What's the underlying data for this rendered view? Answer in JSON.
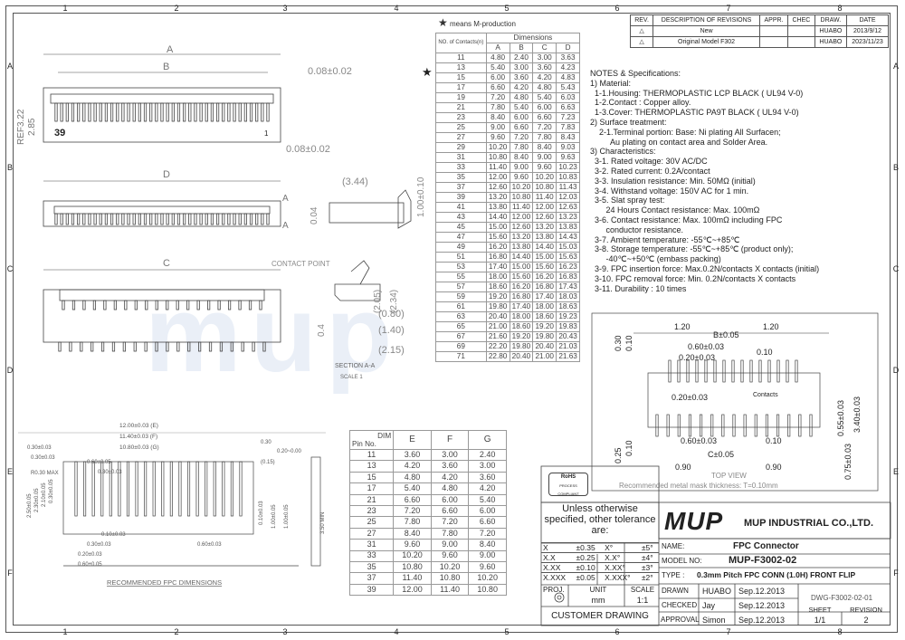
{
  "zones_top": [
    "1",
    "2",
    "3",
    "4",
    "5",
    "6",
    "7",
    "8"
  ],
  "zones_side": [
    "A",
    "B",
    "C",
    "D",
    "E",
    "F"
  ],
  "legend_note": "means  M-production",
  "revisions": {
    "headers": [
      "REV.",
      "DESCRIPTION OF REVISIONS",
      "APPR.",
      "CHEC",
      "DRAW.",
      "DATE"
    ],
    "rows": [
      [
        "",
        "New",
        "",
        "",
        "HUABO",
        "2013/9/12"
      ],
      [
        "",
        "Original Model F302",
        "",
        "",
        "HUABO",
        "2023/11/23"
      ]
    ]
  },
  "dim_table": {
    "col0": "NO. of Contacts(n)",
    "group": "Dimensions",
    "cols": [
      "A",
      "B",
      "C",
      "D"
    ],
    "rows": [
      [
        "11",
        "4.80",
        "2.40",
        "3.00",
        "3.63"
      ],
      [
        "13",
        "5.40",
        "3.00",
        "3.60",
        "4.23"
      ],
      [
        "15",
        "6.00",
        "3.60",
        "4.20",
        "4.83"
      ],
      [
        "17",
        "6.60",
        "4.20",
        "4.80",
        "5.43"
      ],
      [
        "19",
        "7.20",
        "4.80",
        "5.40",
        "6.03"
      ],
      [
        "21",
        "7.80",
        "5.40",
        "6.00",
        "6.63"
      ],
      [
        "23",
        "8.40",
        "6.00",
        "6.60",
        "7.23"
      ],
      [
        "25",
        "9.00",
        "6.60",
        "7.20",
        "7.83"
      ],
      [
        "27",
        "9.60",
        "7.20",
        "7.80",
        "8.43"
      ],
      [
        "29",
        "10.20",
        "7.80",
        "8.40",
        "9.03"
      ],
      [
        "31",
        "10.80",
        "8.40",
        "9.00",
        "9.63"
      ],
      [
        "33",
        "11.40",
        "9.00",
        "9.60",
        "10.23"
      ],
      [
        "35",
        "12.00",
        "9.60",
        "10.20",
        "10.83"
      ],
      [
        "37",
        "12.60",
        "10.20",
        "10.80",
        "11.43"
      ],
      [
        "39",
        "13.20",
        "10.80",
        "11.40",
        "12.03"
      ],
      [
        "41",
        "13.80",
        "11.40",
        "12.00",
        "12.63"
      ],
      [
        "43",
        "14.40",
        "12.00",
        "12.60",
        "13.23"
      ],
      [
        "45",
        "15.00",
        "12.60",
        "13.20",
        "13.83"
      ],
      [
        "47",
        "15.60",
        "13.20",
        "13.80",
        "14.43"
      ],
      [
        "49",
        "16.20",
        "13.80",
        "14.40",
        "15.03"
      ],
      [
        "51",
        "16.80",
        "14.40",
        "15.00",
        "15.63"
      ],
      [
        "53",
        "17.40",
        "15.00",
        "15.60",
        "16.23"
      ],
      [
        "55",
        "18.00",
        "15.60",
        "16.20",
        "16.83"
      ],
      [
        "57",
        "18.60",
        "16.20",
        "16.80",
        "17.43"
      ],
      [
        "59",
        "19.20",
        "16.80",
        "17.40",
        "18.03"
      ],
      [
        "61",
        "19.80",
        "17.40",
        "18.00",
        "18.63"
      ],
      [
        "63",
        "20.40",
        "18.00",
        "18.60",
        "19.23"
      ],
      [
        "65",
        "21.00",
        "18.60",
        "19.20",
        "19.83"
      ],
      [
        "67",
        "21.60",
        "19.20",
        "19.80",
        "20.43"
      ],
      [
        "69",
        "22.20",
        "19.80",
        "20.40",
        "21.03"
      ],
      [
        "71",
        "22.80",
        "20.40",
        "21.00",
        "21.63"
      ]
    ]
  },
  "efg_table": {
    "col0a": "DIM",
    "col0b": "Pin No.",
    "cols": [
      "E",
      "F",
      "G"
    ],
    "rows": [
      [
        "11",
        "3.60",
        "3.00",
        "2.40"
      ],
      [
        "13",
        "4.20",
        "3.60",
        "3.00"
      ],
      [
        "15",
        "4.80",
        "4.20",
        "3.60"
      ],
      [
        "17",
        "5.40",
        "4.80",
        "4.20"
      ],
      [
        "21",
        "6.60",
        "6.00",
        "5.40"
      ],
      [
        "23",
        "7.20",
        "6.60",
        "6.00"
      ],
      [
        "25",
        "7.80",
        "7.20",
        "6.60"
      ],
      [
        "27",
        "8.40",
        "7.80",
        "7.20"
      ],
      [
        "31",
        "9.60",
        "9.00",
        "8.40"
      ],
      [
        "33",
        "10.20",
        "9.60",
        "9.00"
      ],
      [
        "35",
        "10.80",
        "10.20",
        "9.60"
      ],
      [
        "37",
        "11.40",
        "10.80",
        "10.20"
      ],
      [
        "39",
        "12.00",
        "11.40",
        "10.80"
      ]
    ]
  },
  "notes": [
    "NOTES & Specifications:",
    "1) Material:",
    "  1-1.Housing: THERMOPLASTIC LCP BLACK ( UL94 V-0)",
    "  1-2.Contact : Copper alloy.",
    "  1-3.Cover: THERMOPLASTIC PA9T BLACK ( UL94 V-0)",
    "2) Surface treatment:",
    "    2-1.Terminal portion: Base: Ni plating All Surfacen;",
    "         Au plating on contact area and Solder Area.",
    "3) Characteristics:",
    "  3-1. Rated voltage: 30V AC/DC",
    "  3-2. Rated current: 0.2A/contact",
    "  3-3. Insulation resistance: Min. 50MΩ (initial)",
    "  3-4. Withstand voltage: 150V AC for 1 min.",
    "  3-5. Slat spray test:",
    "       24 Hours Contact resistance: Max. 100mΩ",
    "  3-6. Contact resistance: Max. 100mΩ including FPC",
    "       conductor resistance.",
    "  3-7. Ambient temperature: -55℃~+85℃",
    "  3-8. Storage temperature: -55℃~+85℃ (product only);",
    "       -40℃~+50℃ (embass packing)",
    "  3-9. FPC insertion force: Max.0.2N/contacts X contacts (initial)",
    "  3-10. FPC removal force: Min. 0.2N/contacts X contacts",
    "  3-11. Durability : 10 times"
  ],
  "views": {
    "dim_A": "A",
    "dim_B": "B",
    "dim_C": "C",
    "dim_D": "D",
    "tol_008a": "0.08±0.02",
    "tol_008b": "0.08±0.02",
    "ref322": "REF3.22",
    "d285": "2.85",
    "pin39": "39",
    "pin1": "1",
    "d344": "(3.44)",
    "d100": "1.00±0.10",
    "d004": "0.04",
    "secA1": "A",
    "secA2": "A",
    "contact_point": "CONTACT POINT",
    "d205": "(2.05)",
    "d234": "(2.34)",
    "d080": "(0.80)",
    "d140": "(1.40)",
    "d215": "(2.15)",
    "d04": "0.4",
    "section_label": "SECTION A-A",
    "scale_label": "SCALE 1"
  },
  "fpc": {
    "title": "RECOMMENDED FPC DIMENSIONS",
    "e": "12.00±0.03 (E)",
    "f": "11.40±0.03 (F)",
    "g": "10.80±0.03 (G)",
    "d030a": "0.30±0.03",
    "d030b": "0.30±0.03",
    "d060a": "0.60±0.05",
    "d030c": "0.30±0.03",
    "d030top": "0.30",
    "d020": "0.20~0.00",
    "d015": "(0.15)",
    "d350": "3.50 MIN",
    "d010": "0.10±0.03",
    "d030d": "0.30±0.03",
    "d060b": "0.60±0.03",
    "d020b": "0.20±0.03",
    "d060c": "0.60±0.05",
    "d250": "2.50±0.05",
    "d230": "2.30±0.05",
    "d210": "2.10±0.05",
    "d030e": "0.30±0.05",
    "d100a": "1.00±0.05",
    "d100b": "1.00±0.05",
    "d010b": "0.10±0.03",
    "d080r": "R0.30 MAX"
  },
  "mask": {
    "d120a": "1.20",
    "d120b": "1.20",
    "b": "B±0.05",
    "d060": "0.60±0.03",
    "d020": "0.20±0.03",
    "d010": "0.10",
    "d030": "0.30",
    "d010v": "0.10",
    "contacts": "Contacts",
    "d020b": "0.20±0.03",
    "d060b": "0.60±0.03",
    "d010b": "0.10",
    "c": "C±0.05",
    "d090a": "0.90",
    "d090b": "0.90",
    "d025": "0.25",
    "d010c": "0.10",
    "d055": "0.55±0.03",
    "d340": "3.40±0.03",
    "d075": "0.75±0.03",
    "top_view": "TOP VIEW",
    "thickness": "Recommended metal mask thickness: T=0.10mm"
  },
  "title_block": {
    "rohs": "RoHS",
    "process": "PROCESS COMPLIANT",
    "unless": "Unless otherwise specified, other tolerance are:",
    "tol_rows": [
      [
        "X",
        "±0.35",
        "X°",
        "±5°"
      ],
      [
        "X.X",
        "±0.25",
        "X.X°",
        "±4°"
      ],
      [
        "X.XX",
        "±0.10",
        "X.XX°",
        "±3°"
      ],
      [
        "X.XXX",
        "±0.05",
        "X.XXX°",
        "±2°"
      ]
    ],
    "proj": "PROJ.",
    "unit_label": "UNIT",
    "unit": "mm",
    "scale_label": "SCALE",
    "scale": "1:1",
    "customer": "CUSTOMER  DRAWING",
    "logo": "MUP",
    "company": "MUP INDUSTRIAL CO.,LTD.",
    "name_label": "NAME:",
    "name": "FPC Connector",
    "model_label": "MODEL NO:",
    "model": "MUP-F3002-02",
    "type_label": "TYPE :",
    "type": "0.3mm Pitch  FPC CONN (1.0H) FRONT FLIP",
    "drawn_label": "DRAWN",
    "drawn": "HUABO",
    "drawn_date": "Sep.12.2013",
    "checked_label": "CHECKED",
    "checked": "Jay",
    "checked_date": "Sep.12.2013",
    "approval_label": "APPROVAL",
    "approval": "Simon",
    "approval_date": "Sep.12.2013",
    "dwg": "DWG-F3002-02-01",
    "sheet_label": "SHEET",
    "sheet": "1/1",
    "revision_label": "REVISION",
    "revision": "2"
  },
  "watermark": "mup"
}
